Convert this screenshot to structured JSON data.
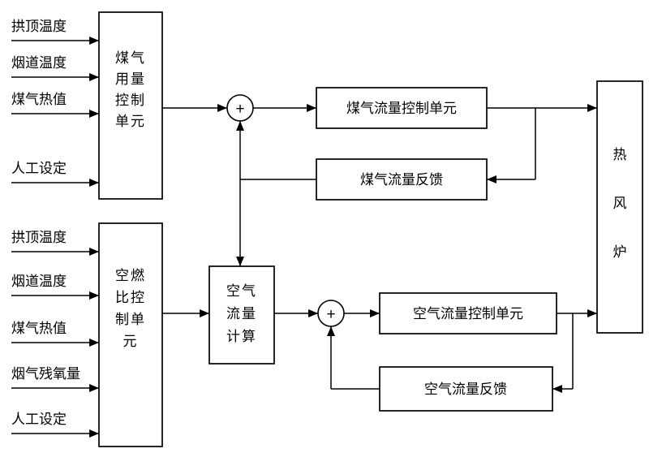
{
  "diagram": {
    "inputs_gas": [
      {
        "label": "拱顶温度"
      },
      {
        "label": "烟道温度"
      },
      {
        "label": "煤气热值"
      },
      {
        "label": "人工设定"
      }
    ],
    "inputs_air": [
      {
        "label": "拱顶温度"
      },
      {
        "label": "烟道温度"
      },
      {
        "label": "煤气热值"
      },
      {
        "label": "烟气残氧量"
      },
      {
        "label": "人工设定"
      }
    ],
    "boxes": {
      "gas_usage_control": {
        "label": "煤气用量控制单元",
        "lines": [
          "煤气",
          "用量",
          "控制",
          "单元"
        ]
      },
      "air_fuel_ratio_control": {
        "label": "空燃比控制单元",
        "lines": [
          "空燃",
          "比控",
          "制单",
          "元"
        ]
      },
      "gas_flow_control": {
        "label": "煤气流量控制单元"
      },
      "gas_flow_feedback": {
        "label": "煤气流量反馈"
      },
      "air_flow_calc": {
        "label": "空气流量计算",
        "lines": [
          "空气",
          "流量",
          "计算"
        ]
      },
      "air_flow_control": {
        "label": "空气流量控制单元"
      },
      "air_flow_feedback": {
        "label": "空气流量反馈"
      },
      "hot_blast_stove": {
        "label": "热风炉",
        "lines": [
          "热",
          "风",
          "炉"
        ]
      }
    },
    "summing_junctions": [
      {
        "symbol": "+"
      },
      {
        "symbol": "+"
      }
    ],
    "colors": {
      "line": "#000000",
      "background": "#ffffff"
    }
  }
}
